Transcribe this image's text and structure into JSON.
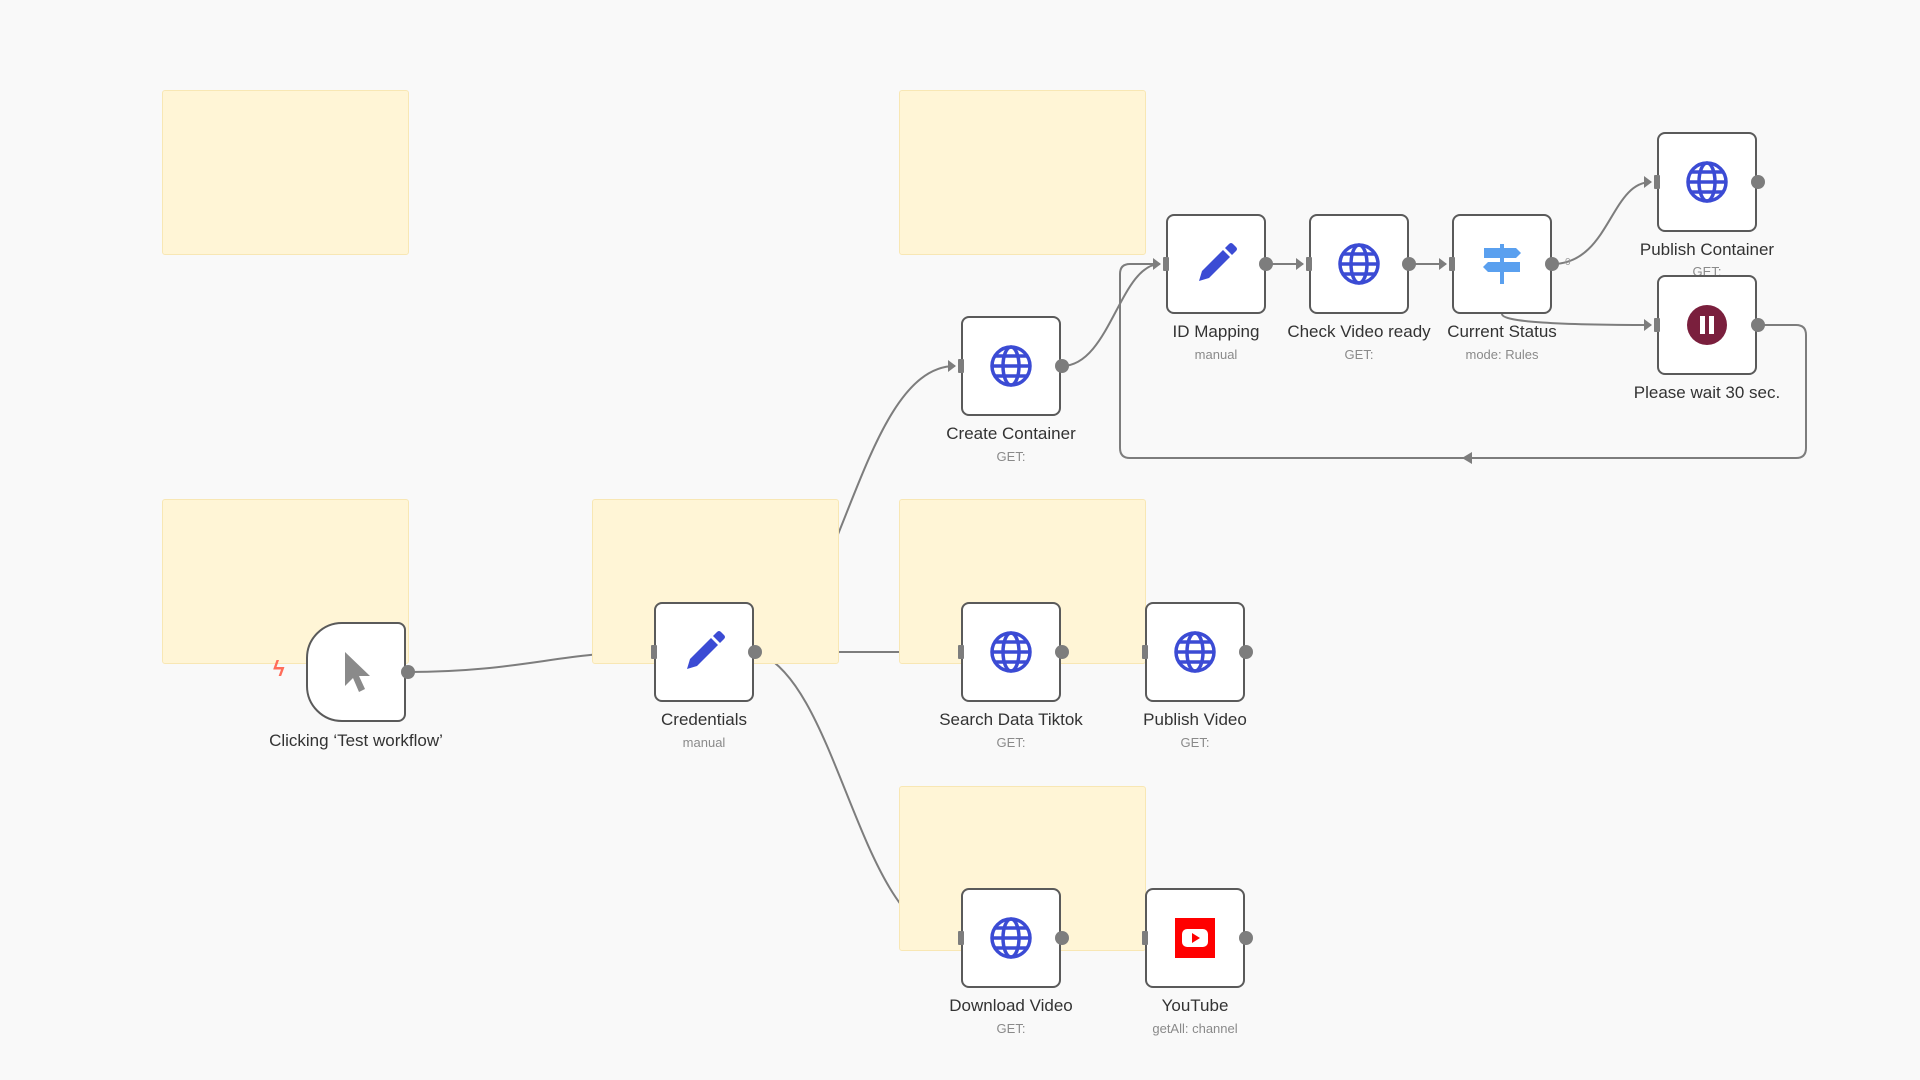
{
  "nodes": {
    "trigger": {
      "label": "Clicking ‘Test workflow’",
      "icon": "pointer-icon"
    },
    "credentials": {
      "label": "Credentials",
      "sub": "manual",
      "icon": "pencil-icon"
    },
    "create_container": {
      "label": "Create Container",
      "sub": "GET:",
      "icon": "globe-icon"
    },
    "id_mapping": {
      "label": "ID Mapping",
      "sub": "manual",
      "icon": "pencil-icon"
    },
    "check_video": {
      "label": "Check Video ready",
      "sub": "GET:",
      "icon": "globe-icon"
    },
    "current_status": {
      "label": "Current Status",
      "sub": "mode: Rules",
      "icon": "signpost-icon"
    },
    "publish_container": {
      "label": "Publish Container",
      "sub": "GET:",
      "icon": "globe-icon"
    },
    "please_wait": {
      "label": "Please wait 30 sec.",
      "icon": "pause-icon"
    },
    "search_tiktok": {
      "label": "Search Data Tiktok",
      "sub": "GET:",
      "icon": "globe-icon"
    },
    "publish_video": {
      "label": "Publish Video",
      "sub": "GET:",
      "icon": "globe-icon"
    },
    "download_video": {
      "label": "Download Video",
      "sub": "GET:",
      "icon": "globe-icon"
    },
    "youtube": {
      "label": "YouTube",
      "sub": "getAll: channel",
      "icon": "youtube-icon"
    }
  },
  "branch_output_label": "0",
  "colors": {
    "sticky": "#fff5d6",
    "globe": "#3b4bd4",
    "pencil": "#3b4bd4",
    "signpost": "#5aa0ef",
    "pause": "#7a1f3d",
    "youtube": "#ff0000",
    "trigger_bolt": "#ff6d5a"
  }
}
